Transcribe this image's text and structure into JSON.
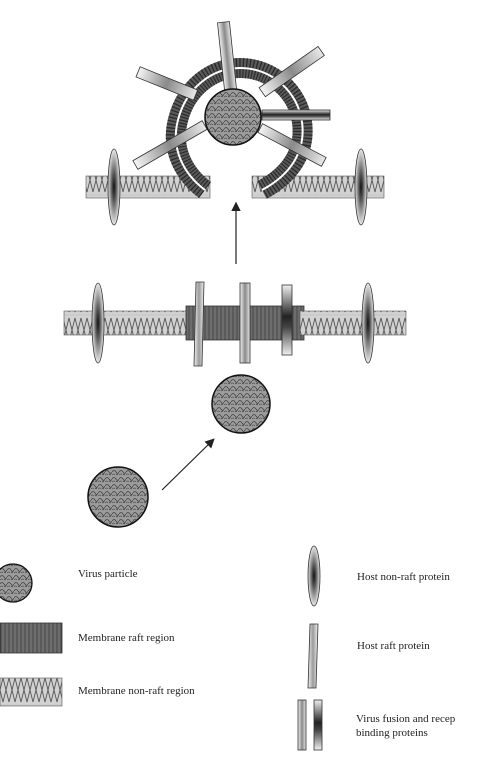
{
  "legend": {
    "virus_particle": "Virus particle",
    "raft_region": "Membrane raft region",
    "nonraft_region": "Membrane non-raft region",
    "host_nonraft_protein": "Host non-raft protein",
    "host_raft_protein": "Host raft protein",
    "virus_fusion_line1": "Virus fusion and recep",
    "virus_fusion_line2": "binding proteins"
  },
  "colors": {
    "line": "#222222",
    "raft_fill": "#7a7a7a",
    "nonraft_fill": "#c8c8c8",
    "virus_fill": "#9a9a9a"
  }
}
